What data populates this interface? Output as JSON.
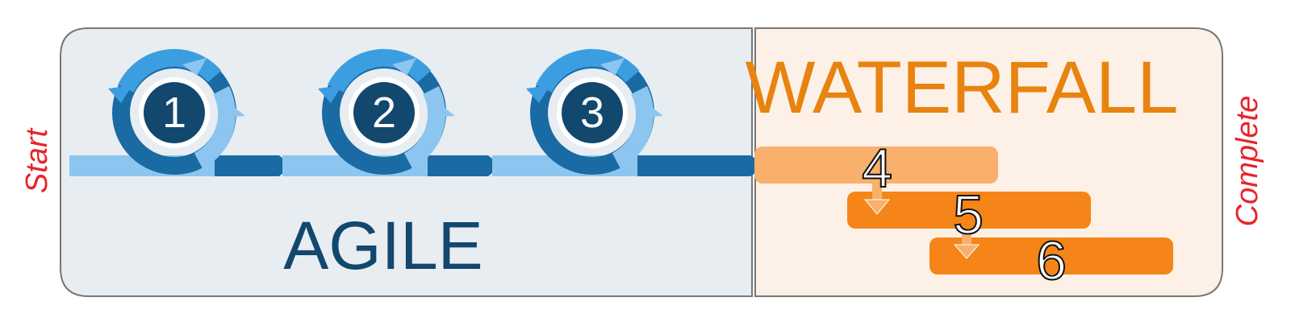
{
  "labels": {
    "start": "Start",
    "complete": "Complete",
    "agile": "AGILE",
    "waterfall": "WATERFALL"
  },
  "agile_iterations": [
    {
      "number": "1"
    },
    {
      "number": "2"
    },
    {
      "number": "3"
    }
  ],
  "waterfall_phases": [
    {
      "number": "4"
    },
    {
      "number": "5"
    },
    {
      "number": "6"
    }
  ],
  "colors": {
    "agile_panel_fill": "#e8edf2",
    "panel_border": "#777777",
    "waterfall_panel_fill": "#fdf1e7",
    "agile_dark": "#12476e",
    "agile_mid": "#1a6aa3",
    "agile_light": "#8cc6f0",
    "agile_bright": "#3b9ee0",
    "waterfall_orange": "#e8830f",
    "waterfall_light": "#f9b06c",
    "waterfall_bar": "#f58518",
    "red_script": "#e8232a"
  }
}
